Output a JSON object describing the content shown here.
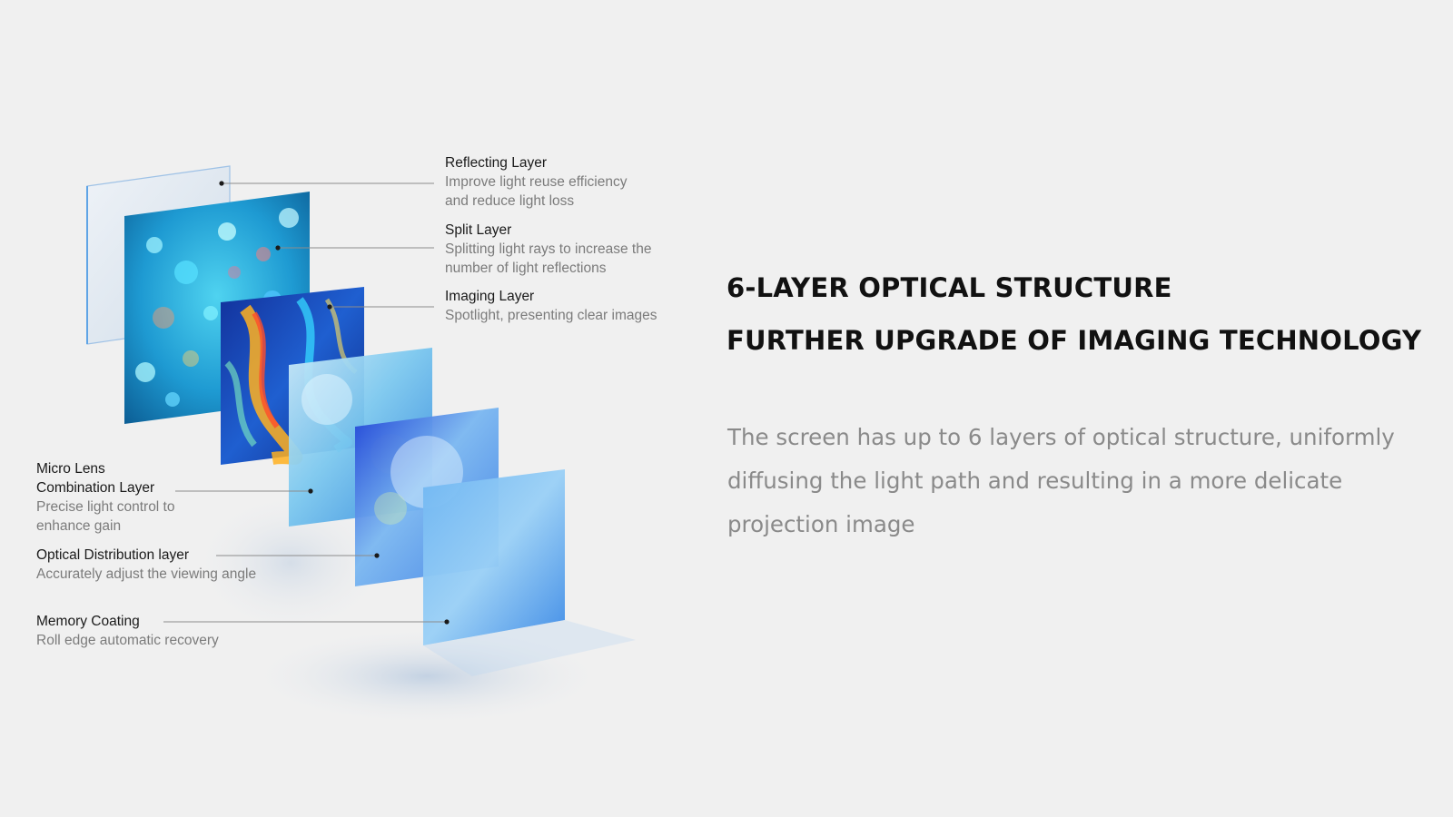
{
  "layers": [
    {
      "name": "Reflecting Layer",
      "description": [
        "Improve light reuse efficiency",
        "and reduce light loss"
      ]
    },
    {
      "name": "Split Layer",
      "description": [
        "Splitting light rays to increase the",
        "number of light reflections"
      ]
    },
    {
      "name": "Imaging Layer",
      "description": [
        "Spotlight, presenting clear images"
      ]
    },
    {
      "name": [
        "Micro Lens",
        "Combination Layer"
      ],
      "description": [
        "Precise light control to",
        "enhance gain"
      ]
    },
    {
      "name": "Optical Distribution layer",
      "description": [
        "Accurately adjust the viewing angle"
      ]
    },
    {
      "name": "Memory Coating",
      "description": [
        "Roll edge automatic recovery"
      ]
    }
  ],
  "headline": {
    "line1": "6-LAYER OPTICAL STRUCTURE",
    "line2": "FURTHER UPGRADE OF IMAGING TECHNOLOGY"
  },
  "body": "The screen has up to 6 layers of optical structure, uniformly diffusing the light path and resulting in a more delicate projection image",
  "colors": {
    "background": "#f0f0f0",
    "heading": "#111111",
    "label_name": "#1a1a1a",
    "label_description": "#7b7b7b",
    "body_text": "#8a8a8a",
    "accent_blue": "#2f7fe0"
  }
}
